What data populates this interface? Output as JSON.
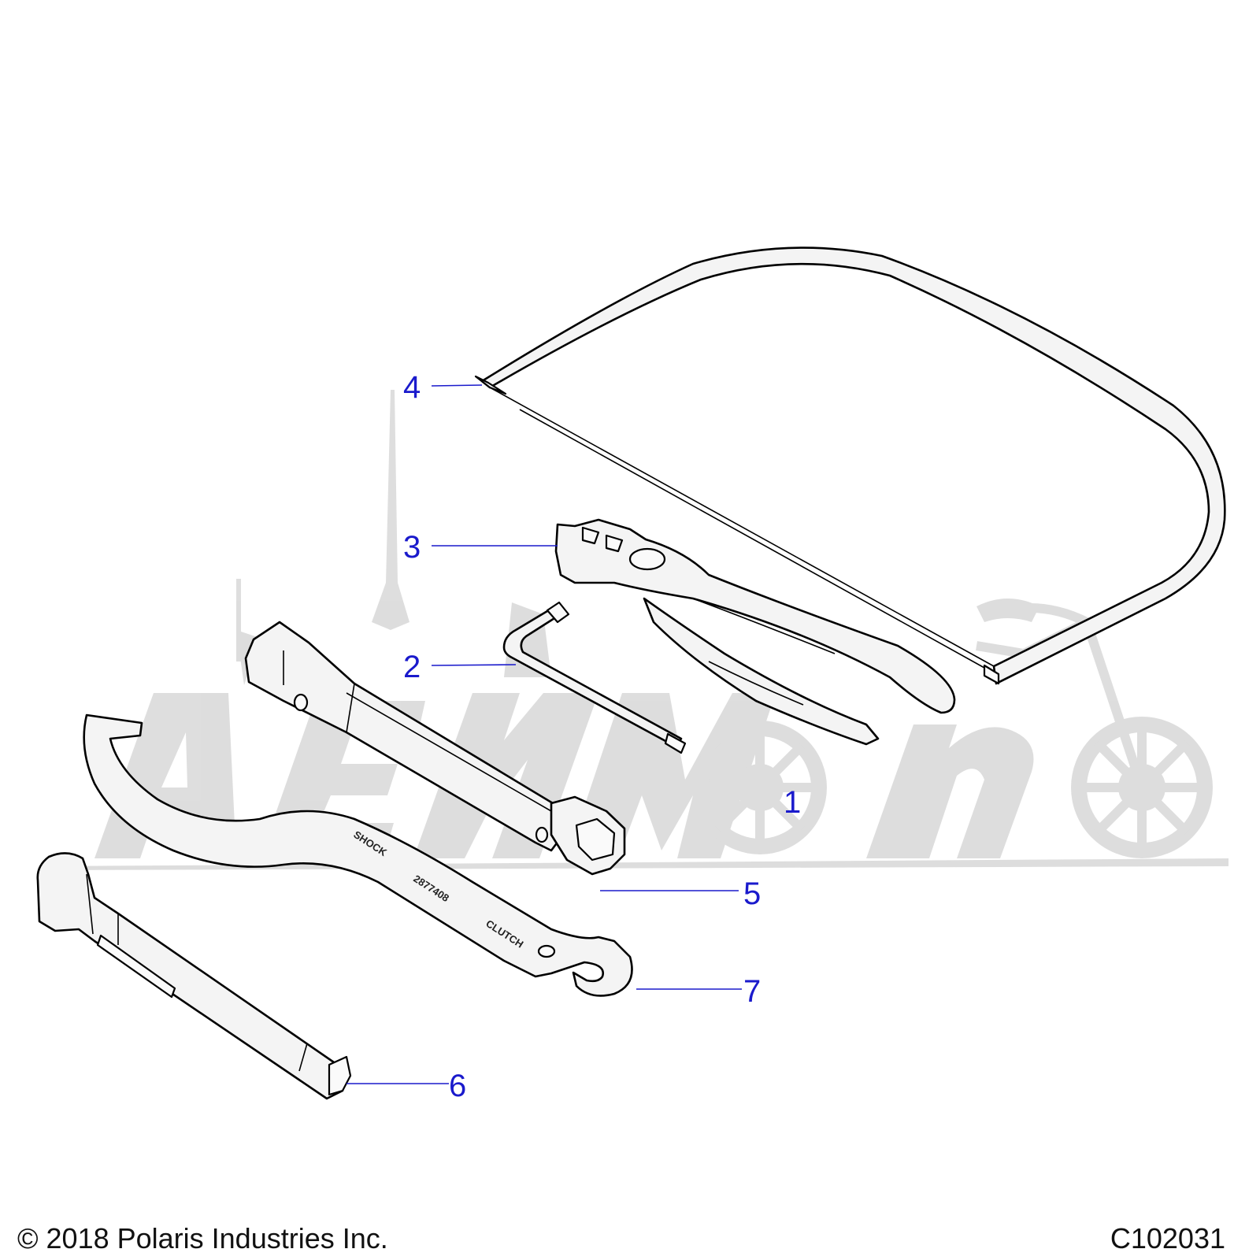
{
  "diagram": {
    "callouts": [
      {
        "id": "1",
        "label": "1",
        "part": "tool-kit"
      },
      {
        "id": "2",
        "label": "2",
        "part": "torx-driver"
      },
      {
        "id": "3",
        "label": "3",
        "part": "pliers"
      },
      {
        "id": "4",
        "label": "4",
        "part": "tool-pouch"
      },
      {
        "id": "5",
        "label": "5",
        "part": "spark-plug-wrench"
      },
      {
        "id": "6",
        "label": "6",
        "part": "shock-tool-handle"
      },
      {
        "id": "7",
        "label": "7",
        "part": "spanner-wrench"
      }
    ],
    "spanner_stamps": {
      "shock": "SHOCK",
      "part_number": "2877408",
      "clutch": "CLUTCH"
    },
    "watermark": "AeMoto"
  },
  "footer": {
    "copyright": "© 2018 Polaris Industries Inc.",
    "code": "C102031"
  }
}
